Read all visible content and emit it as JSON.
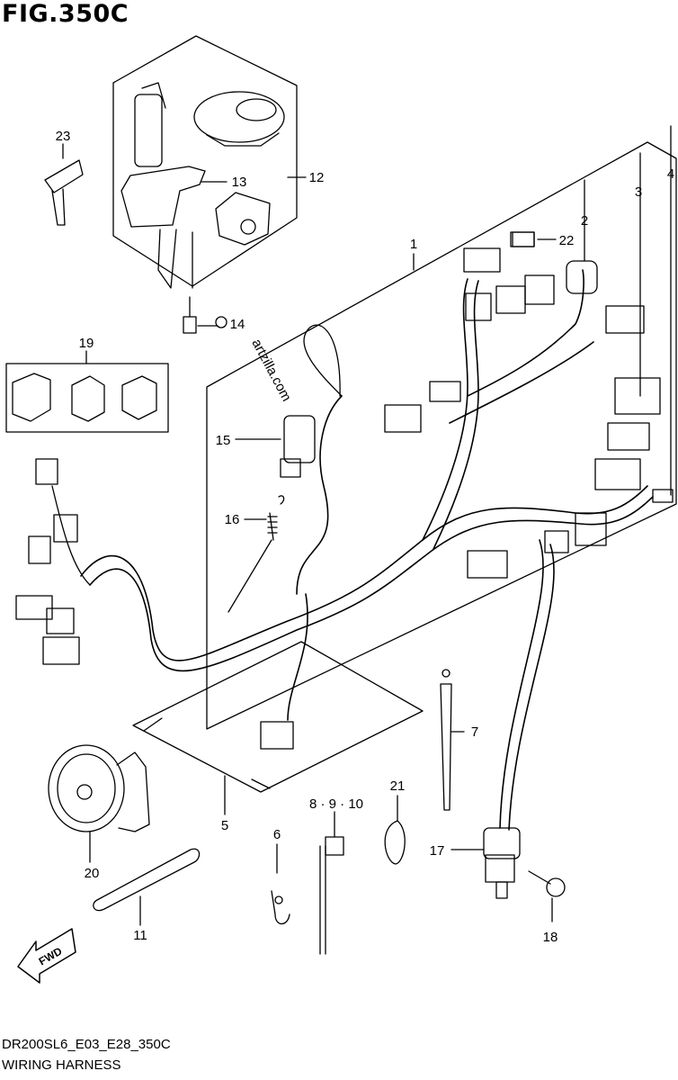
{
  "figure": {
    "title": "FIG.350C",
    "code": "DR200SL6_E03_E28_350C",
    "name": "WIRING HARNESS",
    "watermark": "artzilla.com",
    "fwd_label": "FWD"
  },
  "callouts": [
    "1",
    "2",
    "3",
    "4",
    "5",
    "6",
    "7",
    "8 · 9 · 10",
    "11",
    "12",
    "13",
    "14",
    "15",
    "16",
    "17",
    "18",
    "19",
    "20",
    "21",
    "22",
    "23"
  ]
}
